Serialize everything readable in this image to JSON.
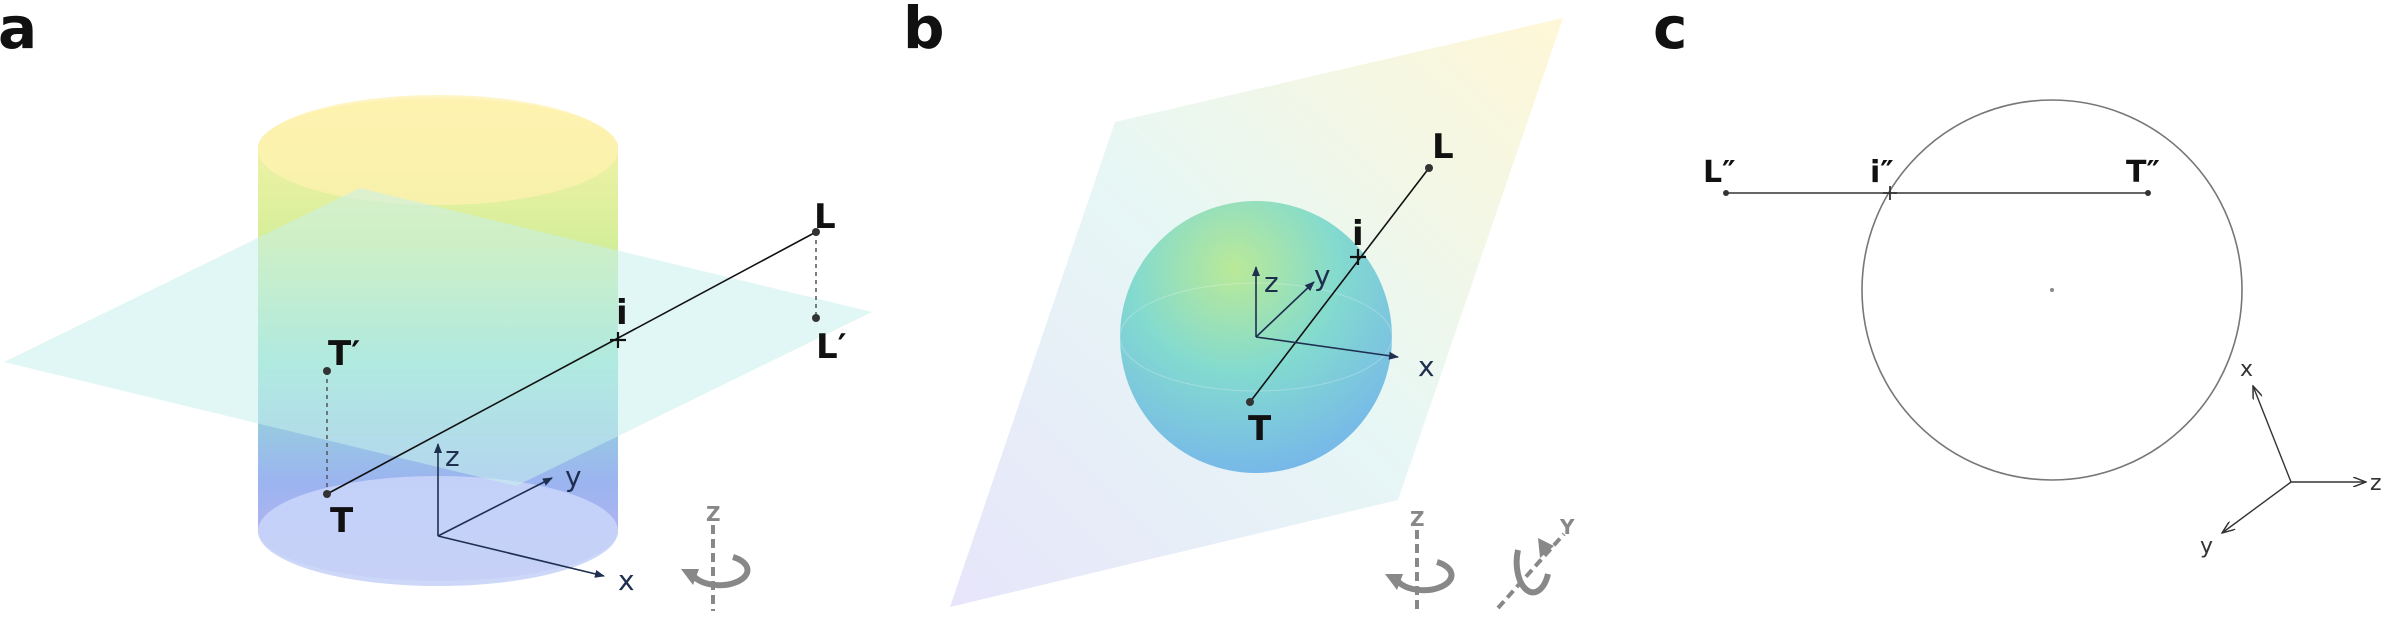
{
  "panels": {
    "a": {
      "label": "a",
      "points": {
        "T": "T",
        "T_prime": "T′",
        "L": "L",
        "L_prime": "L′",
        "i": "i"
      },
      "axes": {
        "x": "x",
        "y": "y",
        "z": "z"
      },
      "rotation_icon": {
        "axis": "Z"
      }
    },
    "b": {
      "label": "b",
      "points": {
        "L": "L",
        "i": "i",
        "T": "T"
      },
      "axes": {
        "x": "x",
        "y": "y",
        "z": "z"
      },
      "rotation_icons": [
        {
          "axis": "Z"
        },
        {
          "axis": "Y"
        }
      ]
    },
    "c": {
      "label": "c",
      "points": {
        "L": "L″",
        "i": "i″",
        "T": "T″"
      },
      "axes": {
        "x": "x",
        "y": "y",
        "z": "z"
      }
    }
  }
}
